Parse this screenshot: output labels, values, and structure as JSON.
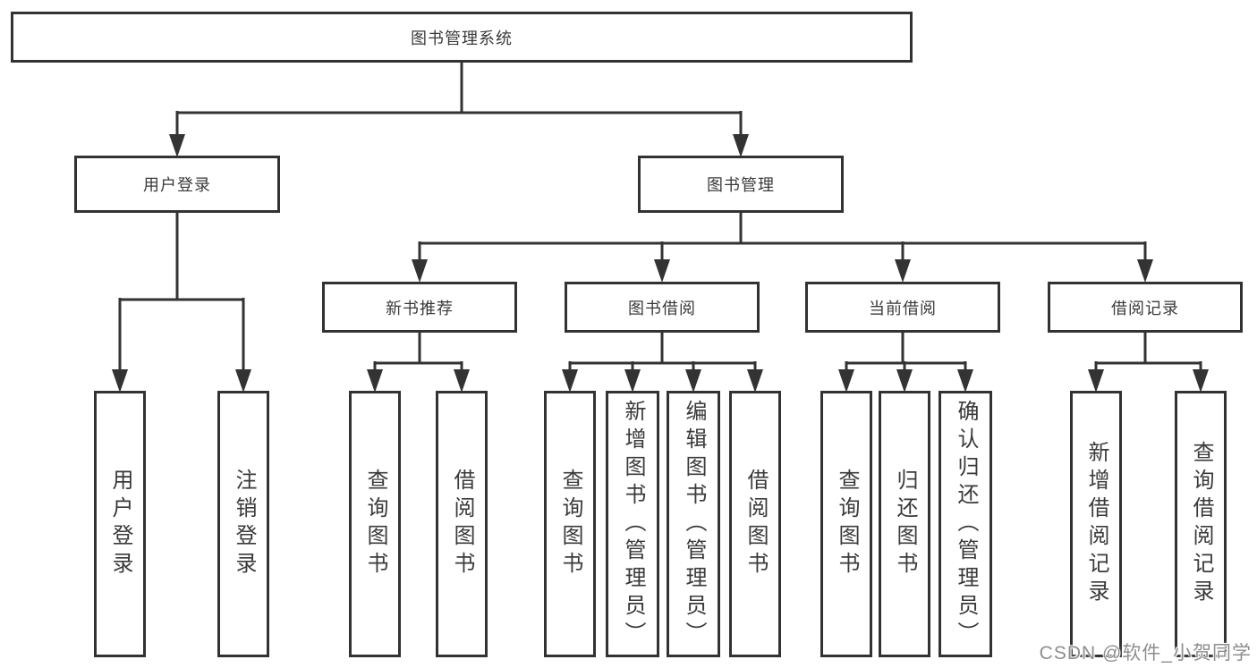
{
  "diagram": {
    "root": {
      "label": "图书管理系统"
    },
    "level2": [
      {
        "id": "user-login",
        "label": "用户登录"
      },
      {
        "id": "book-management",
        "label": "图书管理"
      }
    ],
    "level3": [
      {
        "id": "new-book-recommendation",
        "label": "新书推荐"
      },
      {
        "id": "book-borrowing",
        "label": "图书借阅"
      },
      {
        "id": "current-borrowing",
        "label": "当前借阅"
      },
      {
        "id": "borrowing-records",
        "label": "借阅记录"
      }
    ],
    "leaves": [
      {
        "group": "用户登录",
        "label": "用户登录"
      },
      {
        "group": "用户登录",
        "label": "注销登录"
      },
      {
        "group": "新书推荐",
        "label": "查询图书"
      },
      {
        "group": "新书推荐",
        "label": "借阅图书"
      },
      {
        "group": "图书借阅",
        "label": "查询图书"
      },
      {
        "group": "图书借阅",
        "label": "新增图书（管理员）"
      },
      {
        "group": "图书借阅",
        "label": "编辑图书（管理员）"
      },
      {
        "group": "图书借阅",
        "label": "借阅图书"
      },
      {
        "group": "当前借阅",
        "label": "查询图书"
      },
      {
        "group": "当前借阅",
        "label": "归还图书"
      },
      {
        "group": "当前借阅",
        "label": "确认归还（管理员）"
      },
      {
        "group": "借阅记录",
        "label": "新增借阅记录"
      },
      {
        "group": "借阅记录",
        "label": "查询借阅记录"
      }
    ],
    "watermark": "CSDN @软件_小贺同学",
    "colors": {
      "line": "#333333",
      "box_border": "#323232",
      "text": "#3a3a3a",
      "watermark": "#8e8e8e",
      "background": "#ffffff"
    }
  }
}
